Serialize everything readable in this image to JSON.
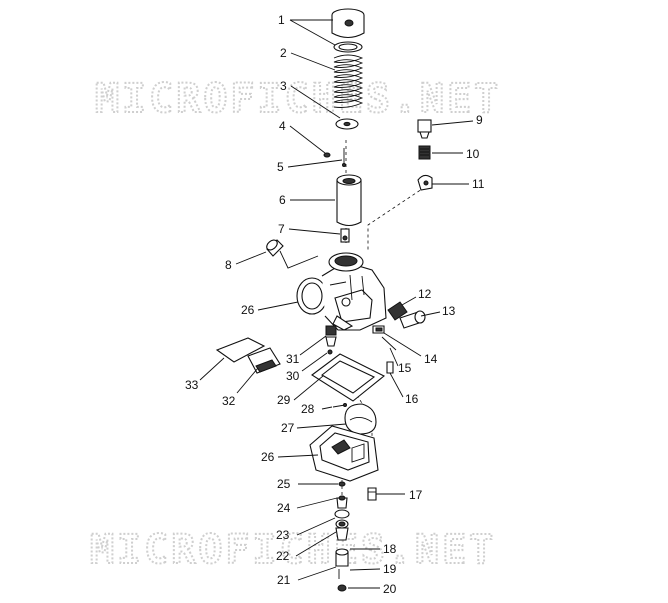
{
  "watermark": "MICROFICHES.NET",
  "callouts": [
    {
      "id": "c1",
      "n": "1"
    },
    {
      "id": "c2",
      "n": "2"
    },
    {
      "id": "c3",
      "n": "3"
    },
    {
      "id": "c4",
      "n": "4"
    },
    {
      "id": "c5",
      "n": "5"
    },
    {
      "id": "c6",
      "n": "6"
    },
    {
      "id": "c7",
      "n": "7"
    },
    {
      "id": "c8",
      "n": "8"
    },
    {
      "id": "c9",
      "n": "9"
    },
    {
      "id": "c10",
      "n": "10"
    },
    {
      "id": "c11",
      "n": "11"
    },
    {
      "id": "c12",
      "n": "12"
    },
    {
      "id": "c13",
      "n": "13"
    },
    {
      "id": "c14",
      "n": "14"
    },
    {
      "id": "c15",
      "n": "15"
    },
    {
      "id": "c16",
      "n": "16"
    },
    {
      "id": "c17",
      "n": "17"
    },
    {
      "id": "c18",
      "n": "18"
    },
    {
      "id": "c19",
      "n": "19"
    },
    {
      "id": "c20",
      "n": "20"
    },
    {
      "id": "c21",
      "n": "21"
    },
    {
      "id": "c22",
      "n": "22"
    },
    {
      "id": "c23",
      "n": "23"
    },
    {
      "id": "c24",
      "n": "24"
    },
    {
      "id": "c25",
      "n": "25"
    },
    {
      "id": "c26a",
      "n": "26"
    },
    {
      "id": "c26b",
      "n": "26"
    },
    {
      "id": "c27",
      "n": "27"
    },
    {
      "id": "c28",
      "n": "28"
    },
    {
      "id": "c29",
      "n": "29"
    },
    {
      "id": "c30",
      "n": "30"
    },
    {
      "id": "c31",
      "n": "31"
    },
    {
      "id": "c32",
      "n": "32"
    },
    {
      "id": "c33",
      "n": "33"
    }
  ]
}
